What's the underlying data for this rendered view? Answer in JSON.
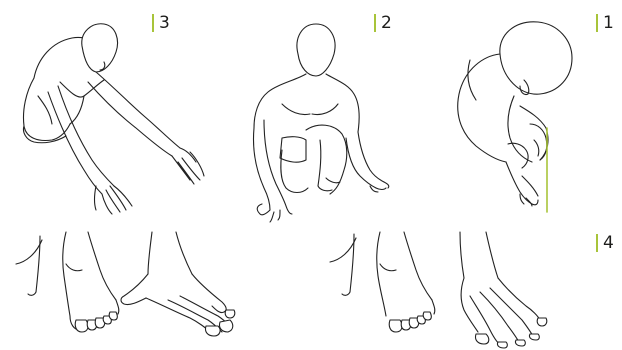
{
  "figures": [
    {
      "id": "kneeling-reach",
      "label": "3"
    },
    {
      "id": "crouch-hands-down",
      "label": "2"
    },
    {
      "id": "curled-body",
      "label": "1"
    },
    {
      "id": "feet-and-hand",
      "label": "4"
    }
  ],
  "colors": {
    "line": "#222222",
    "accent": "#a8c43a",
    "label_text": "#1d1d1b",
    "background": "#ffffff"
  }
}
